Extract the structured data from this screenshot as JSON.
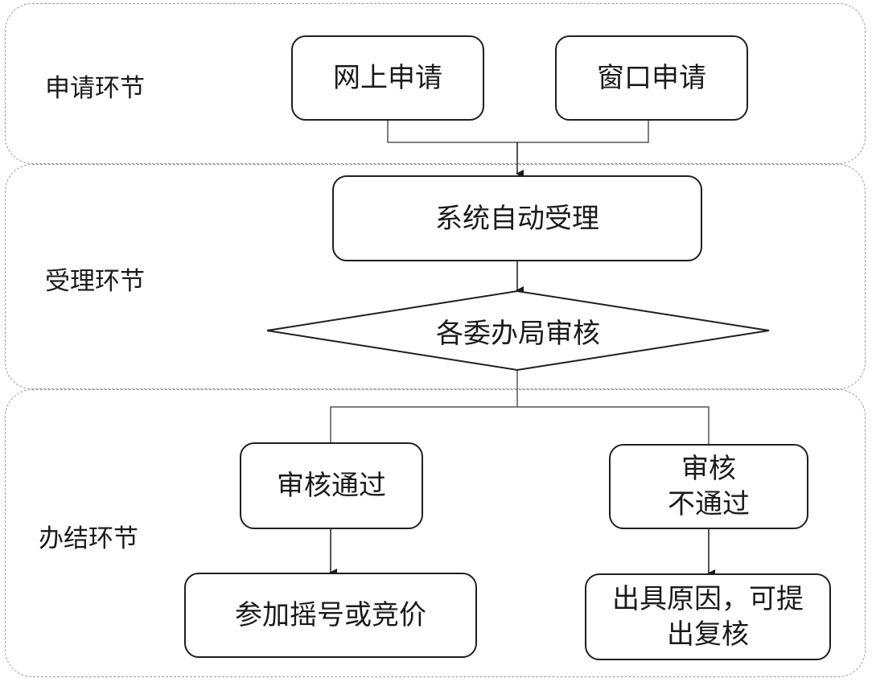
{
  "lanes": {
    "apply": "申请环节",
    "accept": "受理环节",
    "finish": "办结环节"
  },
  "nodes": {
    "online_apply": "网上申请",
    "window_apply": "窗口申请",
    "auto_accept": "系统自动受理",
    "review": "各委办局审核",
    "pass": "审核通过",
    "reject_line1": "审核",
    "reject_line2": "不通过",
    "lottery": "参加摇号或竞价",
    "reason_line1": "出具原因，可提",
    "reason_line2": "出复核"
  }
}
